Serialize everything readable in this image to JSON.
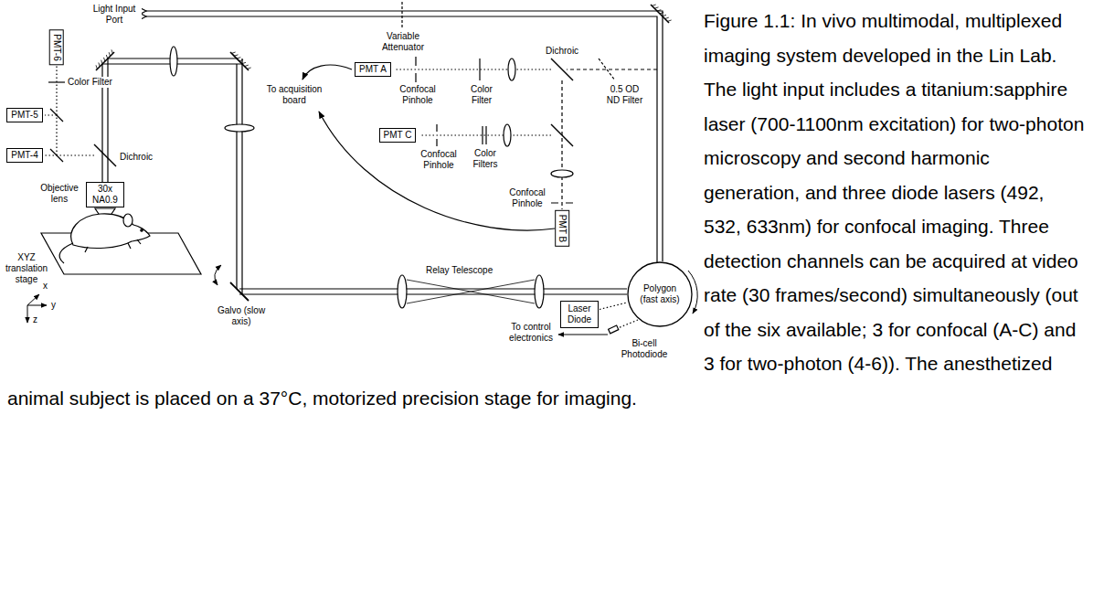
{
  "diagram": {
    "caption": "Figure 1.1: In vivo multimodal, multiplexed imaging system developed in the Lin Lab. The light input includes a titanium:sapphire laser (700-1100nm excitation) for two-photon microscopy and second harmonic generation, and three diode lasers (492, 532, 633nm) for confocal imaging. Three detection channels can be acquired at video rate (30 frames/second) simultaneously (out of the six available; 3 for confocal (A-C) and 3 for two-photon (4-6)). The anesthetized animal subject is placed on a 37°C, motorized precision stage for imaging.",
    "nodes": [
      {
        "text": [
          "PMT A"
        ]
      },
      {
        "text": [
          "PMT C"
        ]
      },
      {
        "text": [
          "PMT B"
        ]
      },
      {
        "text": [
          "PMT-6"
        ]
      },
      {
        "text": [
          "PMT-5"
        ]
      },
      {
        "text": [
          "PMT-4"
        ]
      },
      {
        "text": [
          "Objective lens",
          "30x NA0.9"
        ]
      },
      {
        "text": [
          "Laser Diode"
        ]
      },
      {
        "text": [
          "Polygon (fast axis)"
        ]
      }
    ],
    "edges": [
      {
        "from": 7,
        "to": 8,
        "arrow": "none"
      }
    ],
    "labels": [
      "Light Input Port",
      "Variable Attenuator",
      "Dichroic",
      "0.5 OD ND Filter",
      "Confocal Pinhole",
      "Color Filter",
      "To acquisition board",
      "Confocal Pinhole",
      "Color Filters",
      "Confocal Pinhole",
      "Color Filter",
      "Dichroic",
      "Relay Telescope",
      "Galvo (slow axis)",
      "XYZ translation stage",
      "x",
      "y",
      "z",
      "To control electronics",
      "Bi-cell Photodiode"
    ]
  }
}
